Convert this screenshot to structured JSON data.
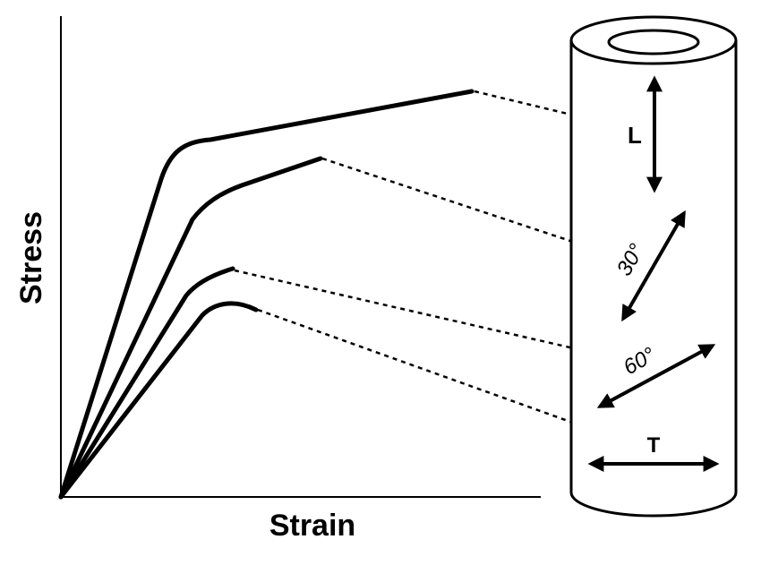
{
  "axes": {
    "x_label": "Strain",
    "y_label": "Stress"
  },
  "curves": [
    {
      "direction": "L"
    },
    {
      "direction": "30°"
    },
    {
      "direction": "60°"
    },
    {
      "direction": "T"
    }
  ],
  "specimen": {
    "labels": {
      "L": "L",
      "deg30": "30°",
      "deg60": "60°",
      "T": "T"
    }
  }
}
